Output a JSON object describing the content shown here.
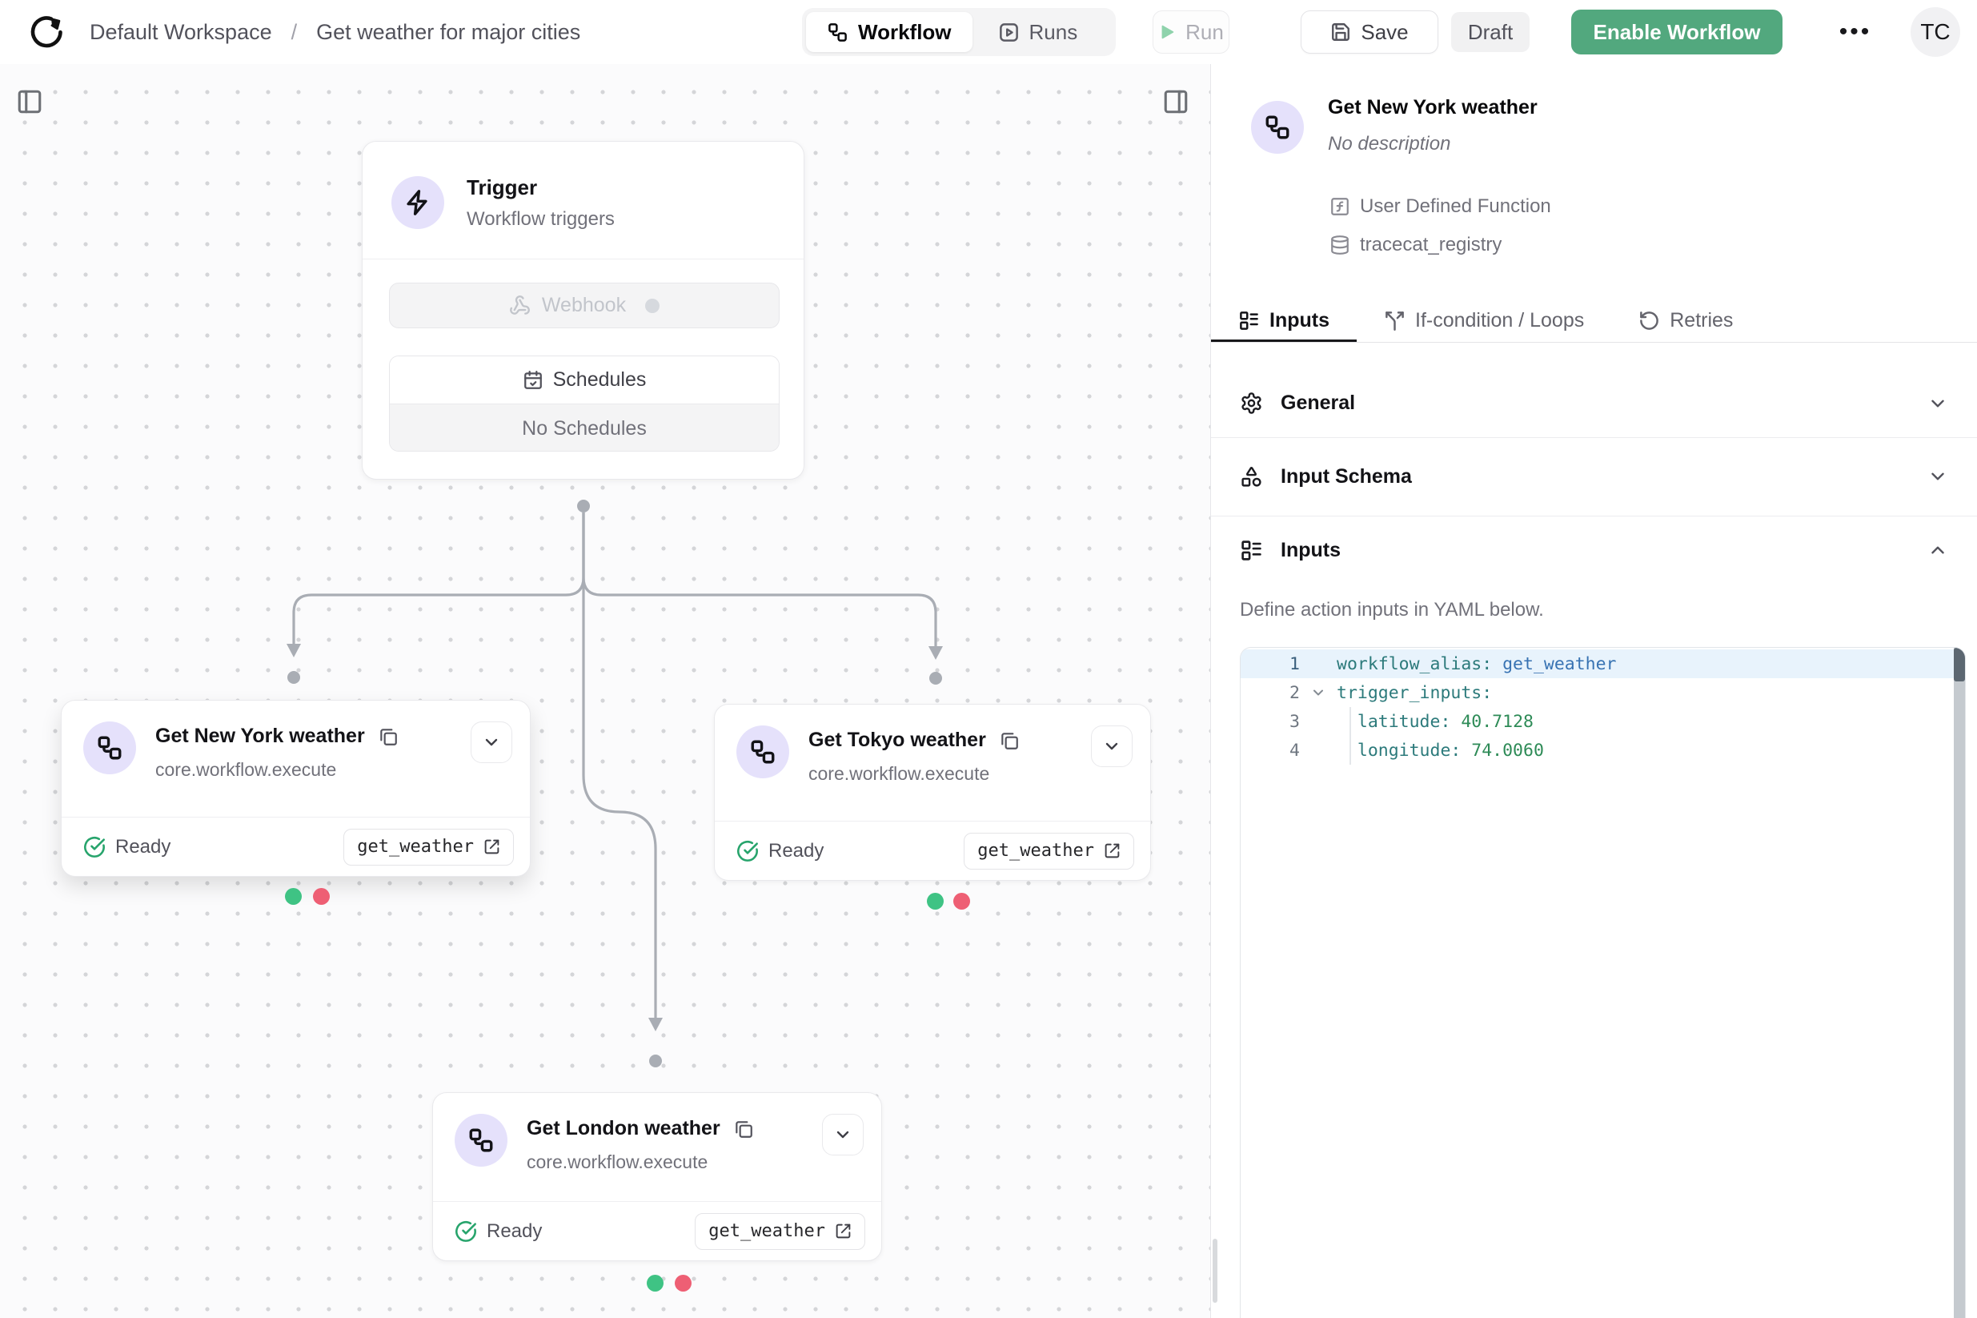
{
  "header": {
    "breadcrumb": {
      "workspace": "Default Workspace",
      "separator": "/",
      "title": "Get weather for major cities"
    },
    "view_tabs": {
      "workflow": "Workflow",
      "runs": "Runs"
    },
    "actions": {
      "run": "Run",
      "save": "Save",
      "draft": "Draft",
      "enable": "Enable Workflow",
      "more": "•••",
      "avatar": "TC"
    }
  },
  "canvas": {
    "trigger": {
      "title": "Trigger",
      "subtitle": "Workflow triggers",
      "webhook": "Webhook",
      "schedules": "Schedules",
      "no_schedules": "No Schedules"
    },
    "nodes": [
      {
        "title": "Get New York weather",
        "action": "core.workflow.execute",
        "status": "Ready",
        "alias": "get_weather"
      },
      {
        "title": "Get Tokyo weather",
        "action": "core.workflow.execute",
        "status": "Ready",
        "alias": "get_weather"
      },
      {
        "title": "Get London weather",
        "action": "core.workflow.execute",
        "status": "Ready",
        "alias": "get_weather"
      }
    ]
  },
  "panel": {
    "title": "Get New York weather",
    "description": "No description",
    "meta": {
      "type": "User Defined Function",
      "registry": "tracecat_registry"
    },
    "tabs": {
      "inputs": "Inputs",
      "if_condition": "If-condition / Loops",
      "retries": "Retries"
    },
    "sections": {
      "general": "General",
      "input_schema": "Input Schema",
      "inputs": "Inputs"
    },
    "hint": "Define action inputs in YAML below.",
    "editor": {
      "lines": [
        {
          "num": "1",
          "key": "workflow_alias",
          "colon": ": ",
          "value": "get_weather"
        },
        {
          "num": "2",
          "key": "trigger_inputs",
          "colon": ":",
          "value": ""
        },
        {
          "num": "3",
          "key": "  latitude",
          "colon": ": ",
          "value": "40.7128"
        },
        {
          "num": "4",
          "key": "  longitude",
          "colon": ": ",
          "value": "74.0060"
        }
      ]
    }
  },
  "colors": {
    "accent_green": "#52a87e",
    "success_dot": "#3fc384",
    "error_dot": "#ee5f74",
    "node_icon_bg": "#e5e1fb"
  }
}
